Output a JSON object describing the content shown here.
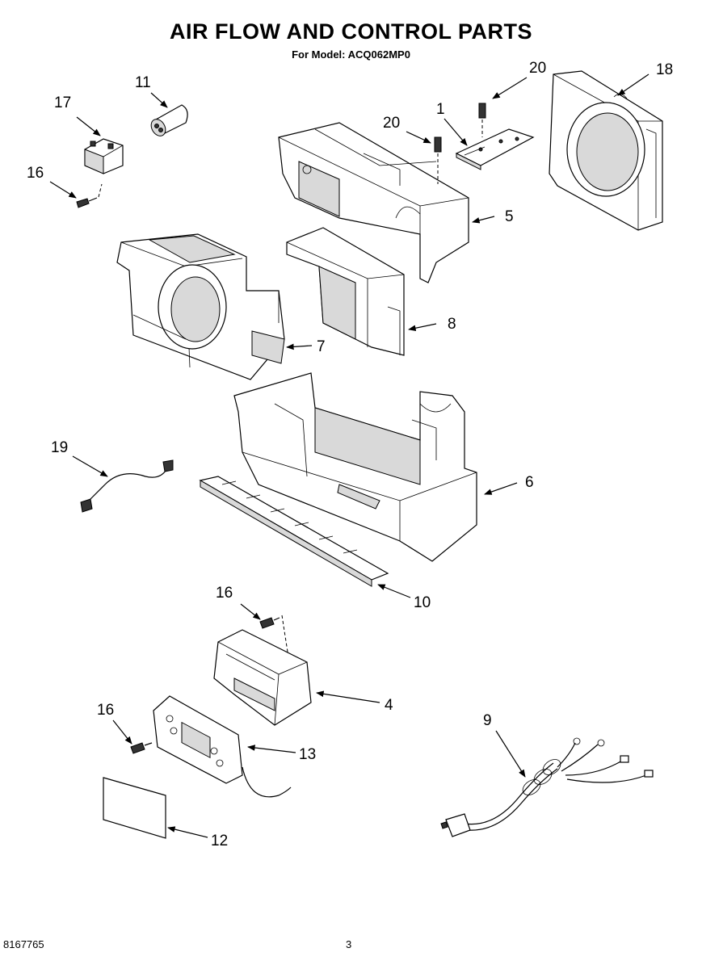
{
  "title": "AIR FLOW AND CONTROL PARTS",
  "subtitle": "For Model: ACQ062MP0",
  "callouts": {
    "c1": "1",
    "c4": "4",
    "c5": "5",
    "c6": "6",
    "c7": "7",
    "c8": "8",
    "c9": "9",
    "c10": "10",
    "c11": "11",
    "c12": "12",
    "c13": "13",
    "c16a": "16",
    "c16b": "16",
    "c16c": "16",
    "c17": "17",
    "c18": "18",
    "c19": "19",
    "c20a": "20",
    "c20b": "20"
  },
  "footer": {
    "doc_number": "8167765",
    "page_number": "3"
  }
}
